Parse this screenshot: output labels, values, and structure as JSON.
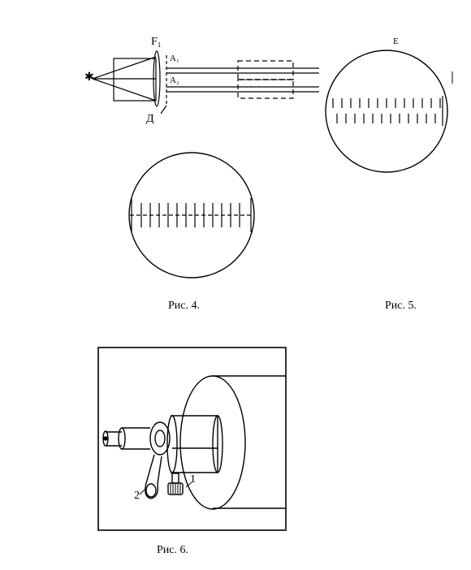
{
  "figures": {
    "fig4": {
      "caption": "Рис. 4.",
      "labels": {
        "lens": "F₁",
        "aperture": "Д",
        "beam_top": "A₁",
        "beam_bottom": "A₂",
        "source": "✱"
      }
    },
    "fig5": {
      "caption": "Рис. 5.",
      "labels": {
        "top_cut": "Е",
        "right_cut": "|\nɔ"
      }
    },
    "fig6": {
      "caption": "Рис. 6.",
      "labels": {
        "part1": "1",
        "part2": "2"
      }
    }
  }
}
